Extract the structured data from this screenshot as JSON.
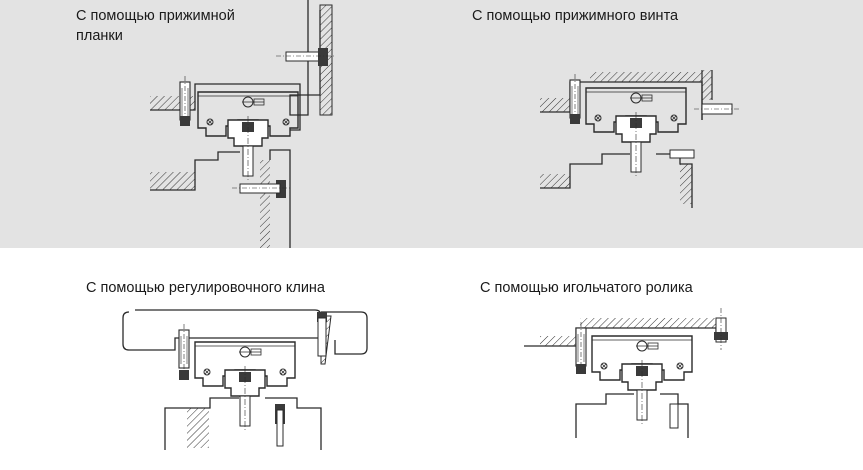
{
  "figure": {
    "background_top": "#e3e3e3",
    "background_bottom": "#ffffff",
    "line_color": "#2b2b2b",
    "dark_fill": "#4a4a4a"
  },
  "captions": [
    "С помощью прижимной\nпланки",
    "С помощью прижимного винта",
    "С помощью регулировочного клина",
    "С помощью игольчатого ролика"
  ],
  "diagrams": [
    {
      "name": "pressure-plate",
      "symbols": [
        "hex-cap-screw-icon",
        "carriage-icon",
        "rail-icon",
        "clamp-plate-icon"
      ]
    },
    {
      "name": "pressure-screw",
      "symbols": [
        "hex-cap-screw-icon",
        "carriage-icon",
        "rail-icon",
        "set-screw-icon"
      ]
    },
    {
      "name": "adjusting-wedge",
      "symbols": [
        "hex-cap-screw-icon",
        "carriage-icon",
        "rail-icon",
        "wedge-icon"
      ]
    },
    {
      "name": "needle-roller",
      "symbols": [
        "hex-cap-screw-icon",
        "carriage-icon",
        "rail-icon",
        "needle-roller-icon"
      ]
    }
  ]
}
